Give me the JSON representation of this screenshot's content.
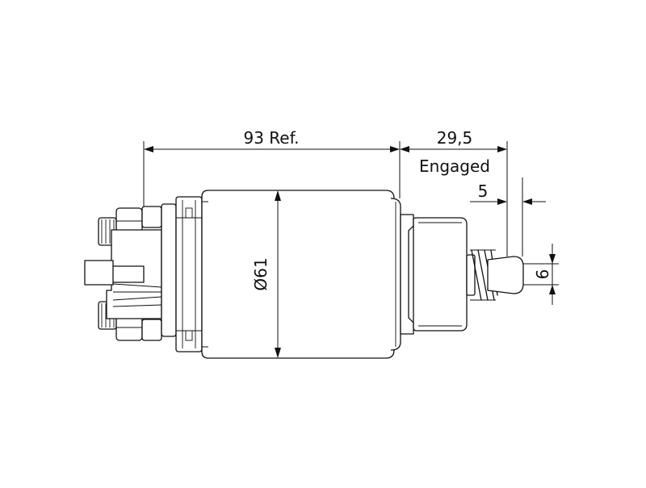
{
  "dimensions": {
    "overall_length": "93 Ref.",
    "plunger_travel": "29,5",
    "plunger_state": "Engaged",
    "plunger_offset": "5",
    "body_diameter": "Ø61",
    "plunger_diameter": "6"
  },
  "colors": {
    "line": "#111111",
    "background": "#ffffff"
  }
}
